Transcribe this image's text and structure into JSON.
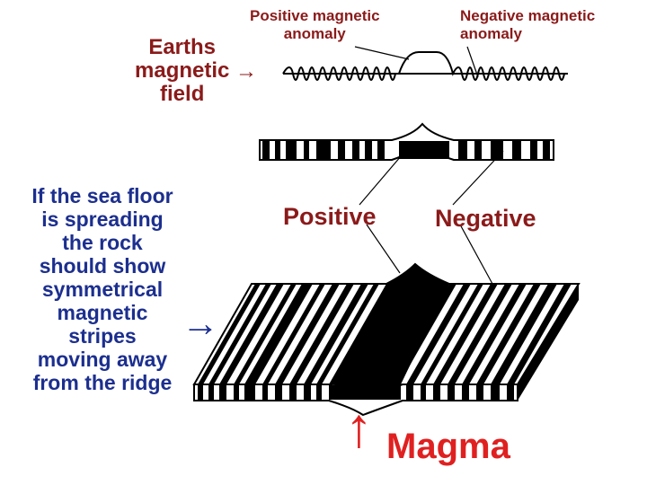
{
  "labels": {
    "positive_anomaly_line1": "Positive magnetic",
    "positive_anomaly_line2": "anomaly",
    "negative_anomaly_line1": "Negative magnetic",
    "negative_anomaly_line2": "anomaly",
    "earths_line1": "Earths",
    "earths_line2": "magnetic",
    "earths_line3": "field",
    "earths_arrow": "→",
    "positive": "Positive",
    "negative": "Negative",
    "spreading_lines": [
      "If the sea floor",
      "is spreading",
      "the rock",
      "should show",
      "symmetrical",
      "magnetic",
      "stripes",
      "moving away",
      "from the ridge"
    ],
    "spreading_arrow": "→",
    "magma": "Magma",
    "magma_arrow": "↑"
  },
  "colors": {
    "label_red": "#8b1a1a",
    "text_blue": "#1c2f8f",
    "magma_red": "#e02020",
    "stripe_black": "#000000"
  }
}
